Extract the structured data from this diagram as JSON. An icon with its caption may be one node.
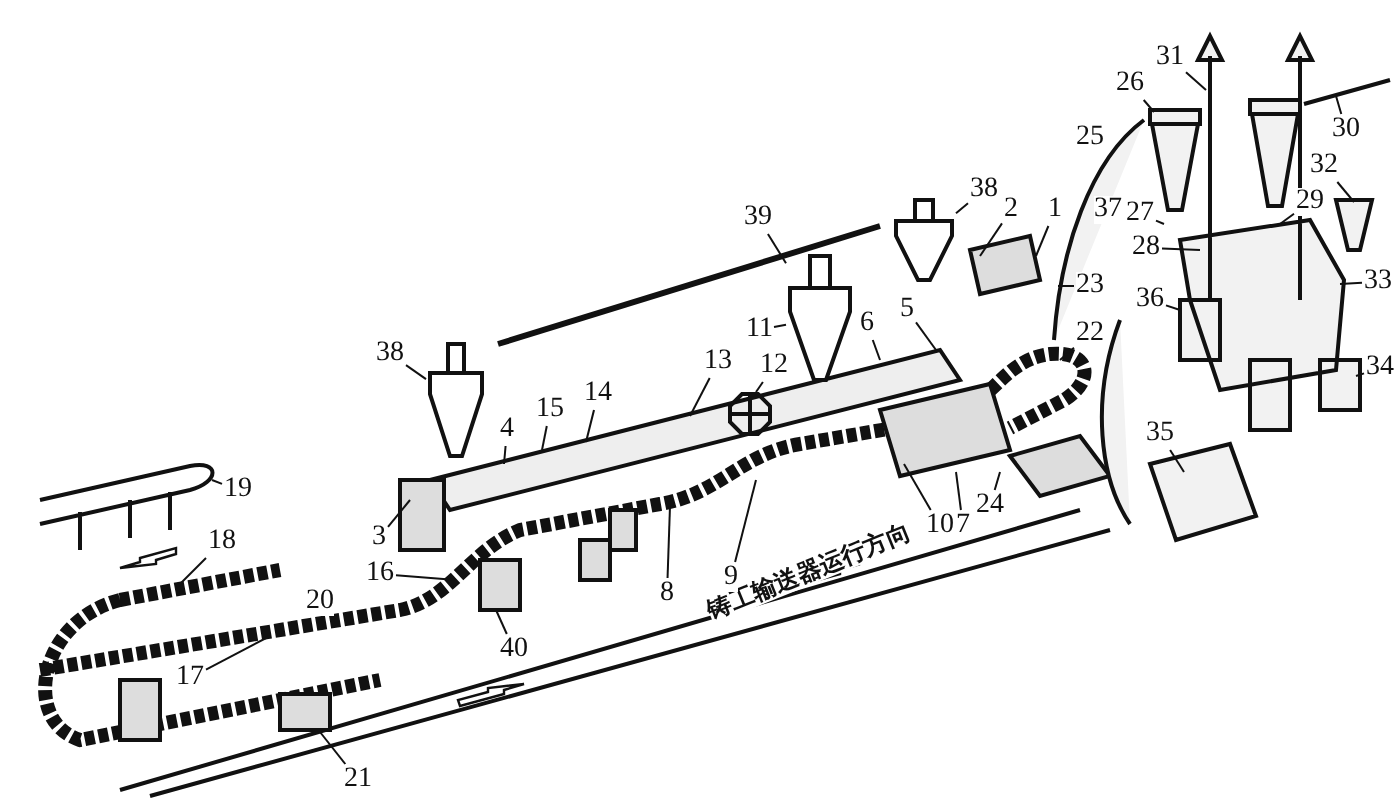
{
  "diagram": {
    "nodes": [
      {
        "text": [
          "31"
        ]
      },
      {
        "text": [
          "26"
        ]
      },
      {
        "text": [
          "30"
        ]
      },
      {
        "text": [
          "25"
        ]
      },
      {
        "text": [
          "32"
        ]
      },
      {
        "text": [
          "38"
        ]
      },
      {
        "text": [
          "2"
        ]
      },
      {
        "text": [
          "1"
        ]
      },
      {
        "text": [
          "37"
        ]
      },
      {
        "text": [
          "27"
        ]
      },
      {
        "text": [
          "29"
        ]
      },
      {
        "text": [
          "28"
        ]
      },
      {
        "text": [
          "33"
        ]
      },
      {
        "text": [
          "36"
        ]
      },
      {
        "text": [
          "23"
        ]
      },
      {
        "text": [
          "22"
        ]
      },
      {
        "text": [
          "39"
        ]
      },
      {
        "text": [
          "5"
        ]
      },
      {
        "text": [
          "6"
        ]
      },
      {
        "text": [
          "11"
        ]
      },
      {
        "text": [
          "12"
        ]
      },
      {
        "text": [
          "13"
        ]
      },
      {
        "text": [
          "34"
        ]
      },
      {
        "text": [
          "38"
        ]
      },
      {
        "text": [
          "14"
        ]
      },
      {
        "text": [
          "15"
        ]
      },
      {
        "text": [
          "4"
        ]
      },
      {
        "text": [
          "35"
        ]
      },
      {
        "text": [
          "24"
        ]
      },
      {
        "text": [
          "10"
        ]
      },
      {
        "text": [
          "7"
        ]
      },
      {
        "text": [
          "19"
        ]
      },
      {
        "text": [
          "3"
        ]
      },
      {
        "text": [
          "18"
        ]
      },
      {
        "text": [
          "16"
        ]
      },
      {
        "text": [
          "9"
        ]
      },
      {
        "text": [
          "8"
        ]
      },
      {
        "text": [
          "20"
        ]
      },
      {
        "text": [
          "40"
        ]
      },
      {
        "text": [
          "17"
        ]
      },
      {
        "text": [
          "21"
        ]
      },
      {
        "text": [],
        "shape": "picture"
      },
      {
        "text": [],
        "shape": "picture"
      },
      {
        "text": [],
        "shape": "picture"
      }
    ],
    "edges": [
      {
        "from": 0,
        "to": null,
        "arrow": "none"
      },
      {
        "from": 1,
        "to": null,
        "arrow": "none"
      },
      {
        "from": 2,
        "to": null,
        "arrow": "none"
      },
      {
        "from": 4,
        "to": null,
        "arrow": "none"
      },
      {
        "from": 5,
        "to": 43,
        "arrow": "none"
      },
      {
        "from": 6,
        "to": null,
        "arrow": "none"
      },
      {
        "from": 7,
        "to": null,
        "arrow": "none"
      },
      {
        "from": 9,
        "to": null,
        "arrow": "none"
      },
      {
        "from": 10,
        "to": null,
        "arrow": "none"
      },
      {
        "from": 11,
        "to": null,
        "arrow": "none"
      },
      {
        "from": 12,
        "to": null,
        "arrow": "none"
      },
      {
        "from": 13,
        "to": null,
        "arrow": "none"
      },
      {
        "from": 14,
        "to": null,
        "arrow": "none"
      },
      {
        "from": 15,
        "to": null,
        "arrow": "none"
      },
      {
        "from": 16,
        "to": 42,
        "arrow": "none"
      },
      {
        "from": 17,
        "to": null,
        "arrow": "none"
      },
      {
        "from": 18,
        "to": null,
        "arrow": "none"
      },
      {
        "from": 19,
        "to": 42,
        "arrow": "none"
      },
      {
        "from": 20,
        "to": null,
        "arrow": "none"
      },
      {
        "from": 21,
        "to": null,
        "arrow": "none"
      },
      {
        "from": 22,
        "to": null,
        "arrow": "none"
      },
      {
        "from": 23,
        "to": 41,
        "arrow": "none"
      },
      {
        "from": 24,
        "to": null,
        "arrow": "none"
      },
      {
        "from": 25,
        "to": null,
        "arrow": "none"
      },
      {
        "from": 26,
        "to": null,
        "arrow": "none"
      },
      {
        "from": 27,
        "to": null,
        "arrow": "none"
      },
      {
        "from": 28,
        "to": null,
        "arrow": "none"
      },
      {
        "from": 29,
        "to": null,
        "arrow": "none"
      },
      {
        "from": 30,
        "to": null,
        "arrow": "none"
      },
      {
        "from": 31,
        "to": null,
        "arrow": "none"
      },
      {
        "from": 32,
        "to": null,
        "arrow": "none"
      },
      {
        "from": 33,
        "to": null,
        "arrow": "none"
      },
      {
        "from": 34,
        "to": null,
        "arrow": "none"
      },
      {
        "from": 35,
        "to": null,
        "arrow": "none"
      },
      {
        "from": 36,
        "to": null,
        "arrow": "none"
      },
      {
        "from": 38,
        "to": null,
        "arrow": "none"
      },
      {
        "from": 39,
        "to": null,
        "arrow": "none"
      },
      {
        "from": 40,
        "to": null,
        "arrow": "none"
      }
    ],
    "labels": [
      "铸工输送器运行方向"
    ]
  }
}
